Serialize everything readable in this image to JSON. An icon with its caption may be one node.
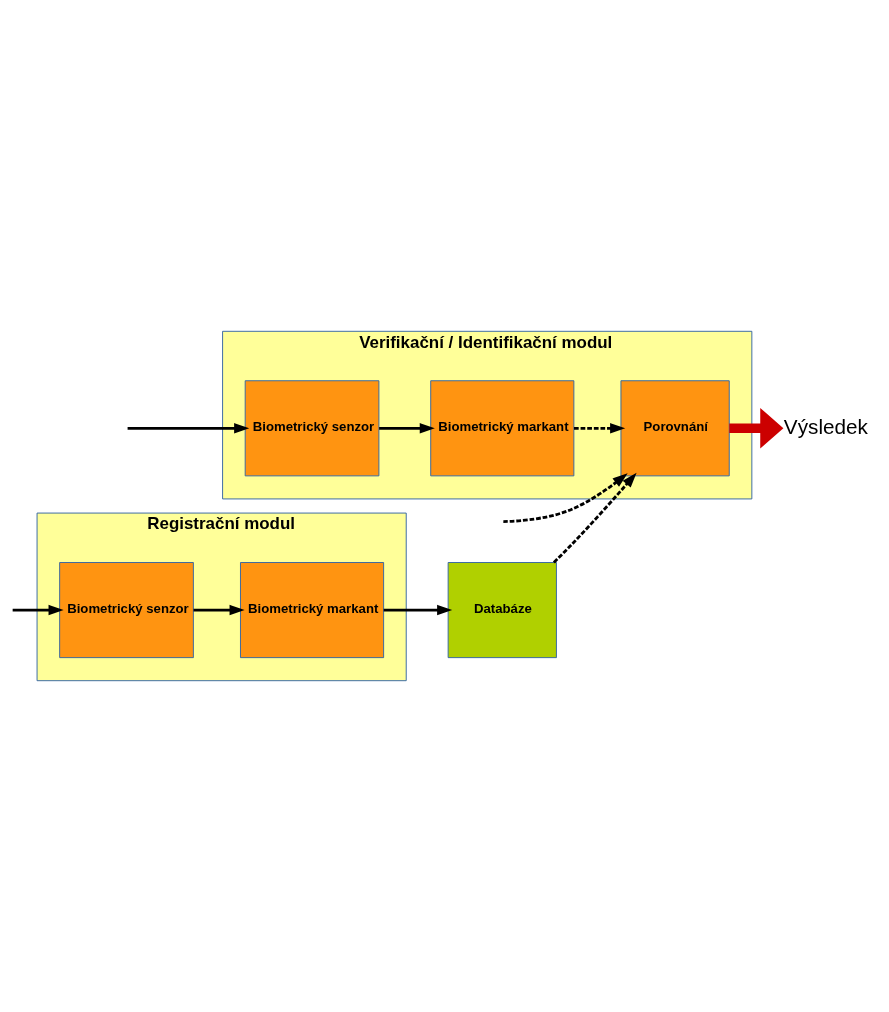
{
  "diagram": {
    "nodes": [
      {
        "text": [
          "Registrační modul"
        ]
      },
      {
        "text": [
          "Biometrický senzor"
        ],
        "in": 0
      },
      {
        "text": [
          "Biometrický markant"
        ],
        "in": 0
      },
      {
        "text": [
          "Databáze"
        ]
      },
      {
        "text": [
          "Verifikační / Identifikační modul"
        ]
      },
      {
        "text": [
          "Biometrický senzor"
        ],
        "in": 4
      },
      {
        "text": [
          "Biometrický markant"
        ],
        "in": 4
      },
      {
        "text": [
          "Porovnání"
        ],
        "in": 4
      },
      {
        "text": [
          "Výsledek"
        ]
      }
    ],
    "edges": [
      {
        "from": null,
        "to": 1,
        "arrow": "to"
      },
      {
        "from": 1,
        "to": 2,
        "arrow": "to"
      },
      {
        "from": 2,
        "to": 3,
        "arrow": "to"
      },
      {
        "from": null,
        "to": 5,
        "arrow": "to"
      },
      {
        "from": 5,
        "to": 6,
        "arrow": "to"
      },
      {
        "from": 6,
        "to": 7,
        "arrow": "to",
        "style": "dashed"
      },
      {
        "from": 3,
        "to": 7,
        "arrow": "to",
        "style": "dashed"
      },
      {
        "from": null,
        "to": 7,
        "arrow": "to",
        "style": "dashed"
      },
      {
        "from": 7,
        "to": 8,
        "arrow": "to",
        "style": "thick",
        "color": "#cc0000"
      }
    ]
  }
}
